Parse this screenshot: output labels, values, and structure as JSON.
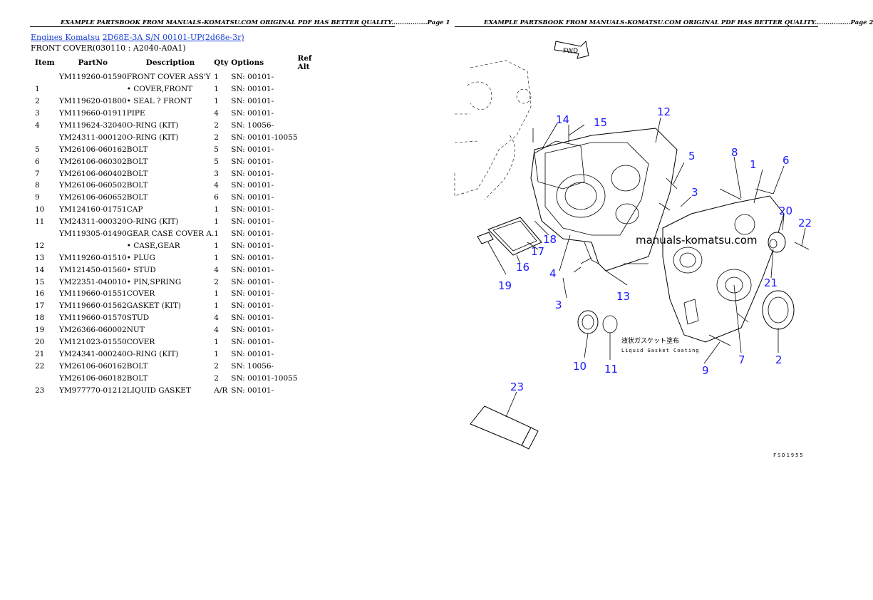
{
  "page1_header": "EXAMPLE PARTSBOOK FROM MANUALS-KOMATSU.COM ORIGINAL PDF HAS BETTER QUALITY.................Page 1",
  "page2_header": "EXAMPLE PARTSBOOK FROM MANUALS-KOMATSU.COM ORIGINAL PDF HAS BETTER QUALITY.................Page 2",
  "breadcrumb": {
    "link1": "Engines Komatsu",
    "link2": "2D68E-3A S/N 00101-UP(2d68e-3r)"
  },
  "subtitle": "FRONT COVER(030110 : A2040-A0A1)",
  "columns": [
    "Item",
    "PartNo",
    "Description",
    "Qty",
    "Options",
    "Ref Alt"
  ],
  "rows": [
    {
      "item": "",
      "part": "YM119260-01590",
      "desc": "FRONT COVER ASS'Y",
      "qty": "1",
      "opt": "SN: 00101-"
    },
    {
      "item": "1",
      "part": "",
      "desc": "• COVER,FRONT",
      "qty": "1",
      "opt": "SN: 00101-"
    },
    {
      "item": "2",
      "part": "YM119620-01800",
      "desc": "• SEAL ? FRONT",
      "qty": "1",
      "opt": "SN: 00101-"
    },
    {
      "item": "3",
      "part": "YM119660-01911",
      "desc": "PIPE",
      "qty": "4",
      "opt": "SN: 00101-"
    },
    {
      "item": "4",
      "part": "YM119624-32040",
      "desc": "O-RING (KIT)",
      "qty": "2",
      "opt": "SN: 10056-"
    },
    {
      "item": "",
      "part": "YM24311-000120",
      "desc": "O-RING (KIT)",
      "qty": "2",
      "opt": "SN: 00101-10055"
    },
    {
      "item": "5",
      "part": "YM26106-060162",
      "desc": "BOLT",
      "qty": "5",
      "opt": "SN: 00101-"
    },
    {
      "item": "6",
      "part": "YM26106-060302",
      "desc": "BOLT",
      "qty": "5",
      "opt": "SN: 00101-"
    },
    {
      "item": "7",
      "part": "YM26106-060402",
      "desc": "BOLT",
      "qty": "3",
      "opt": "SN: 00101-"
    },
    {
      "item": "8",
      "part": "YM26106-060502",
      "desc": "BOLT",
      "qty": "4",
      "opt": "SN: 00101-"
    },
    {
      "item": "9",
      "part": "YM26106-060652",
      "desc": "BOLT",
      "qty": "6",
      "opt": "SN: 00101-"
    },
    {
      "item": "10",
      "part": "YM124160-01751",
      "desc": "CAP",
      "qty": "1",
      "opt": "SN: 00101-"
    },
    {
      "item": "11",
      "part": "YM24311-000320",
      "desc": "O-RING (KIT)",
      "qty": "1",
      "opt": "SN: 00101-"
    },
    {
      "item": "",
      "part": "YM119305-01490",
      "desc": "GEAR CASE COVER A.",
      "qty": "1",
      "opt": "SN: 00101-"
    },
    {
      "item": "12",
      "part": "",
      "desc": "• CASE,GEAR",
      "qty": "1",
      "opt": "SN: 00101-"
    },
    {
      "item": "13",
      "part": "YM119260-01510",
      "desc": "• PLUG",
      "qty": "1",
      "opt": "SN: 00101-"
    },
    {
      "item": "14",
      "part": "YM121450-01560",
      "desc": "• STUD",
      "qty": "4",
      "opt": "SN: 00101-"
    },
    {
      "item": "15",
      "part": "YM22351-040010",
      "desc": "• PIN,SPRING",
      "qty": "2",
      "opt": "SN: 00101-"
    },
    {
      "item": "16",
      "part": "YM119660-01551",
      "desc": "COVER",
      "qty": "1",
      "opt": "SN: 00101-"
    },
    {
      "item": "17",
      "part": "YM119660-01562",
      "desc": "GASKET (KIT)",
      "qty": "1",
      "opt": "SN: 00101-"
    },
    {
      "item": "18",
      "part": "YM119660-01570",
      "desc": "STUD",
      "qty": "4",
      "opt": "SN: 00101-"
    },
    {
      "item": "19",
      "part": "YM26366-060002",
      "desc": "NUT",
      "qty": "4",
      "opt": "SN: 00101-"
    },
    {
      "item": "20",
      "part": "YM121023-01550",
      "desc": "COVER",
      "qty": "1",
      "opt": "SN: 00101-"
    },
    {
      "item": "21",
      "part": "YM24341-000240",
      "desc": "O-RING (KIT)",
      "qty": "1",
      "opt": "SN: 00101-"
    },
    {
      "item": "22",
      "part": "YM26106-060162",
      "desc": "BOLT",
      "qty": "2",
      "opt": "SN: 10056-"
    },
    {
      "item": "",
      "part": "YM26106-060182",
      "desc": "BOLT",
      "qty": "2",
      "opt": "SN: 00101-10055"
    },
    {
      "item": "23",
      "part": "YM977770-01212",
      "desc": "LIQUID GASKET",
      "qty": "A/R",
      "opt": "SN: 00101-"
    }
  ],
  "diagram": {
    "watermark": "manuals-komatsu.com",
    "fwd_label": "FWD",
    "jp_note": "液状ガスケット塗布",
    "en_note": "Liquid Gasket Coating",
    "code": "FSD1955",
    "callouts": [
      "1",
      "2",
      "3",
      "3",
      "4",
      "5",
      "6",
      "7",
      "8",
      "9",
      "10",
      "11",
      "12",
      "13",
      "14",
      "15",
      "16",
      "17",
      "18",
      "19",
      "20",
      "21",
      "22",
      "23"
    ]
  }
}
